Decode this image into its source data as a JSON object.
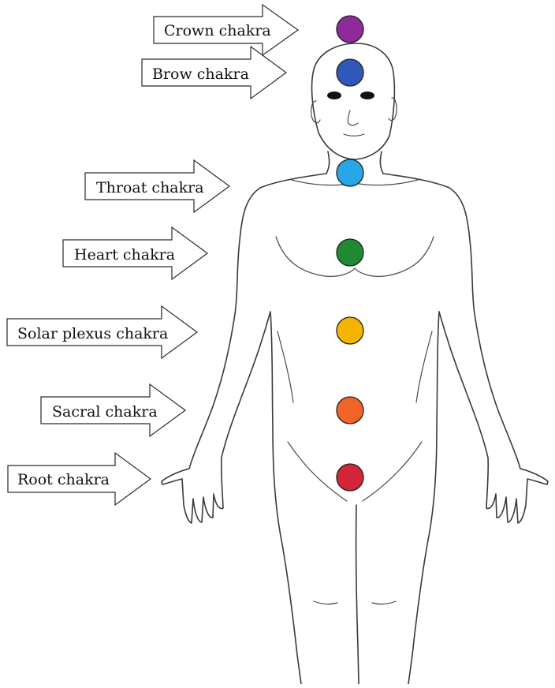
{
  "chakras": [
    {
      "id": "crown",
      "label": "Crown chakra",
      "color": "#8e2a9a"
    },
    {
      "id": "brow",
      "label": "Brow chakra",
      "color": "#2f58b8"
    },
    {
      "id": "throat",
      "label": "Throat chakra",
      "color": "#27a6e8"
    },
    {
      "id": "heart",
      "label": "Heart chakra",
      "color": "#1f8a32"
    },
    {
      "id": "solar-plexus",
      "label": "Solar plexus chakra",
      "color": "#f4b400"
    },
    {
      "id": "sacral",
      "label": "Sacral chakra",
      "color": "#f0642a"
    },
    {
      "id": "root",
      "label": "Root chakra",
      "color": "#d32438"
    }
  ]
}
